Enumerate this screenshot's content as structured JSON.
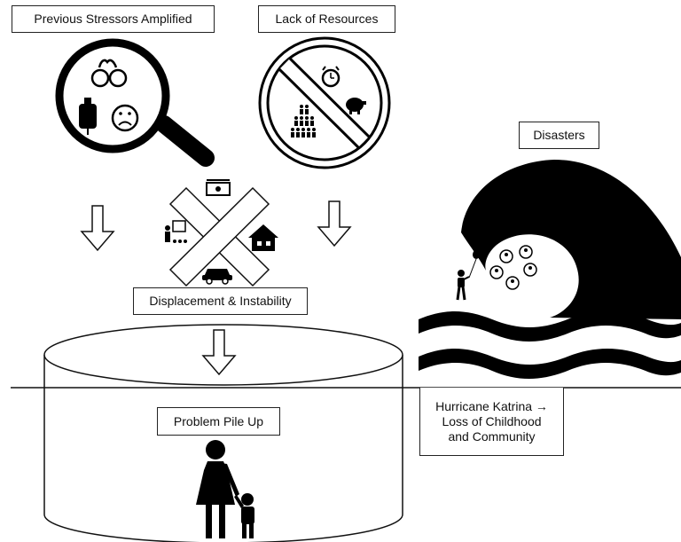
{
  "labels": {
    "previous_stressors": "Previous Stressors Amplified",
    "lack_of_resources": "Lack of Resources",
    "disasters": "Disasters",
    "displacement": "Displacement & Instability",
    "problem_pile_up": "Problem Pile Up",
    "katrina_line1": "Hurricane Katrina →",
    "katrina_line2": "Loss of Childhood",
    "katrina_line3": "and Community"
  }
}
